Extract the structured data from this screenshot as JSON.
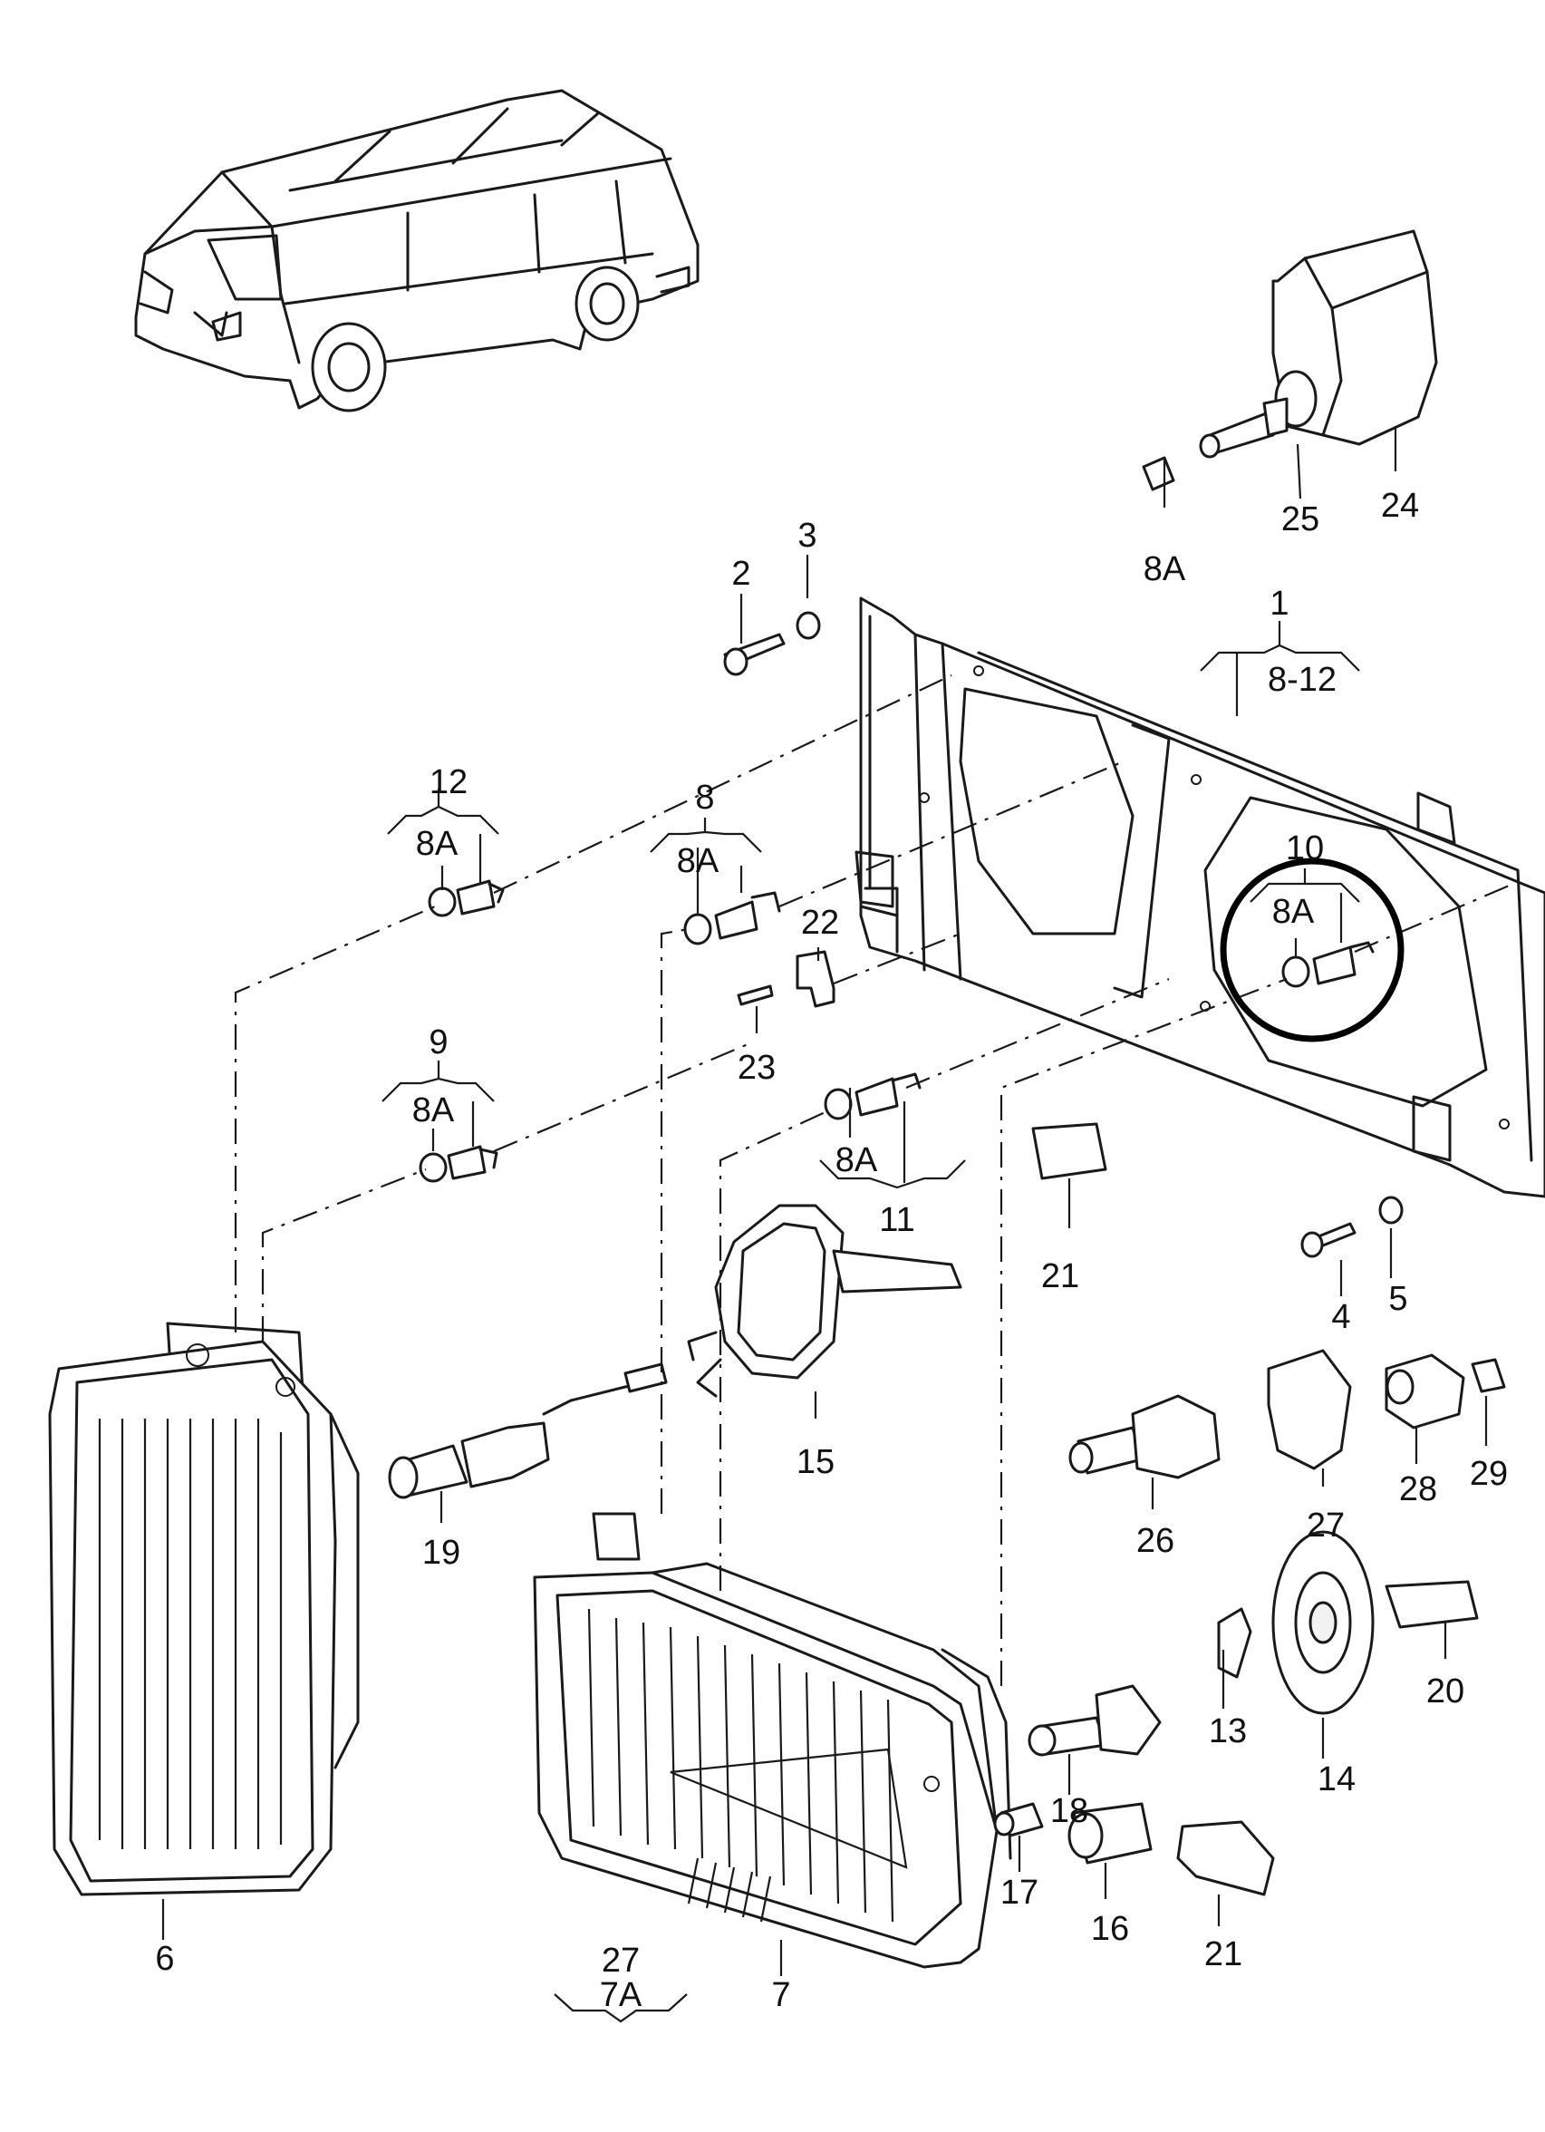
{
  "callouts": [
    {
      "id": "c1",
      "text": "1"
    },
    {
      "id": "c8-12",
      "text": "8-12"
    },
    {
      "id": "c2",
      "text": "2"
    },
    {
      "id": "c3",
      "text": "3"
    },
    {
      "id": "c4",
      "text": "4"
    },
    {
      "id": "c5",
      "text": "5"
    },
    {
      "id": "c6",
      "text": "6"
    },
    {
      "id": "c7",
      "text": "7"
    },
    {
      "id": "c7A",
      "text": "7A"
    },
    {
      "id": "c27-top",
      "text": "27"
    },
    {
      "id": "c8",
      "text": "8"
    },
    {
      "id": "c8A-8",
      "text": "8A"
    },
    {
      "id": "c9",
      "text": "9"
    },
    {
      "id": "c8A-9",
      "text": "8A"
    },
    {
      "id": "c10",
      "text": "10"
    },
    {
      "id": "c8A-10",
      "text": "8A"
    },
    {
      "id": "c11",
      "text": "11"
    },
    {
      "id": "c8A-11",
      "text": "8A"
    },
    {
      "id": "c12",
      "text": "12"
    },
    {
      "id": "c8A-12",
      "text": "8A"
    },
    {
      "id": "c8A-top",
      "text": "8A"
    },
    {
      "id": "c13",
      "text": "13"
    },
    {
      "id": "c14",
      "text": "14"
    },
    {
      "id": "c15",
      "text": "15"
    },
    {
      "id": "c16",
      "text": "16"
    },
    {
      "id": "c17",
      "text": "17"
    },
    {
      "id": "c18",
      "text": "18"
    },
    {
      "id": "c19",
      "text": "19"
    },
    {
      "id": "c20",
      "text": "20"
    },
    {
      "id": "c21-a",
      "text": "21"
    },
    {
      "id": "c21-b",
      "text": "21"
    },
    {
      "id": "c22",
      "text": "22"
    },
    {
      "id": "c23",
      "text": "23"
    },
    {
      "id": "c24",
      "text": "24"
    },
    {
      "id": "c25",
      "text": "25"
    },
    {
      "id": "c26",
      "text": "26"
    },
    {
      "id": "c27",
      "text": "27"
    },
    {
      "id": "c28",
      "text": "28"
    },
    {
      "id": "c29",
      "text": "29"
    }
  ],
  "highlight": {
    "target": "10",
    "color": "#000000"
  }
}
